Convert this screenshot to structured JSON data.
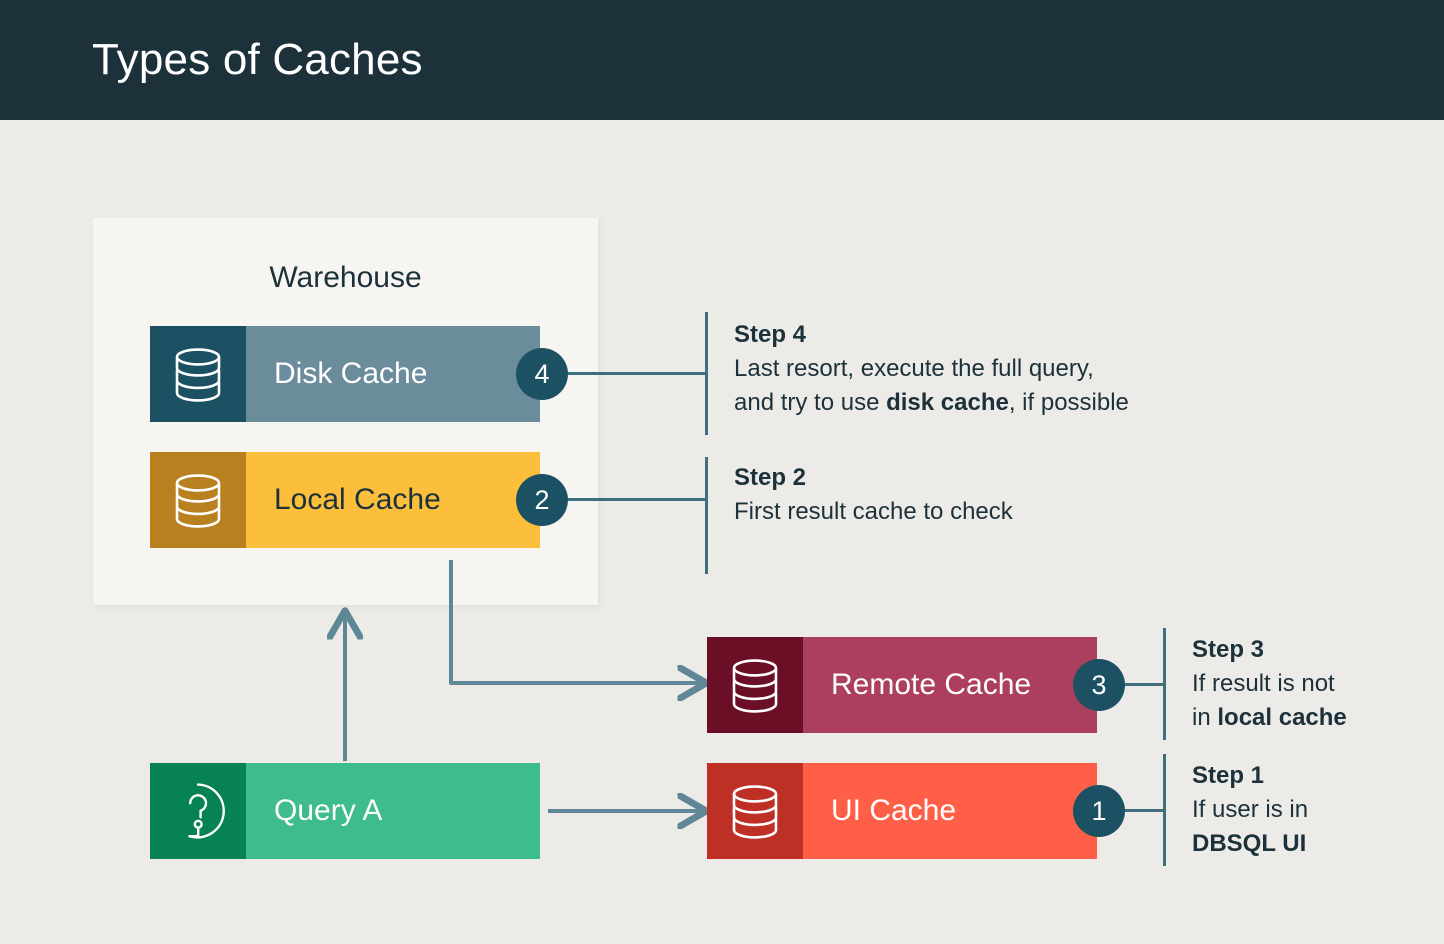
{
  "header": {
    "title": "Types of Caches"
  },
  "colors": {
    "page_background": "#EDEBE8",
    "header_background": "#1C313A",
    "panel_background": "#F7F5F2",
    "badge": "#1B5162",
    "connector": "#3F6E7C",
    "text_dark": "#1C313A"
  },
  "warehouse": {
    "label": "Warehouse"
  },
  "bars": {
    "disk": {
      "label": "Disk Cache",
      "icon": "database-icon",
      "badge": "4",
      "icon_block_color": "#1B5162",
      "body_color": "#6A8C9B",
      "text_color": "#FFFFFF"
    },
    "local": {
      "label": "Local Cache",
      "icon": "database-icon",
      "badge": "2",
      "icon_block_color": "#B8801F",
      "body_color": "#FBBF3C",
      "text_color": "#1C313A"
    },
    "remote": {
      "label": "Remote Cache",
      "icon": "database-icon",
      "badge": "3",
      "icon_block_color": "#6B0F26",
      "body_color": "#AD3F5E",
      "text_color": "#FFFFFF"
    },
    "ui": {
      "label": "UI Cache",
      "icon": "database-icon",
      "badge": "1",
      "icon_block_color": "#BE2F26",
      "body_color": "#FF5F46",
      "text_color": "#FFFFFF"
    },
    "query": {
      "label": "Query A",
      "icon": "question-mark-circle-icon",
      "badge": "",
      "icon_block_color": "#068253",
      "body_color": "#3FBC8D",
      "text_color": "#FFFFFF"
    }
  },
  "steps": {
    "step1": {
      "heading": "Step 1",
      "line1": "If user is in",
      "line2_bold": "DBSQL UI"
    },
    "step2": {
      "heading": "Step 2",
      "line1": "First result cache to check"
    },
    "step3": {
      "heading": "Step 3",
      "line1": "If result is not",
      "line2_prefix": "in ",
      "line2_bold": "local cache"
    },
    "step4": {
      "heading": "Step 4",
      "line1": "Last resort, execute the full query,",
      "line2_prefix": "and try to use ",
      "line2_bold": "disk cache",
      "line2_suffix": ", if possible"
    }
  }
}
